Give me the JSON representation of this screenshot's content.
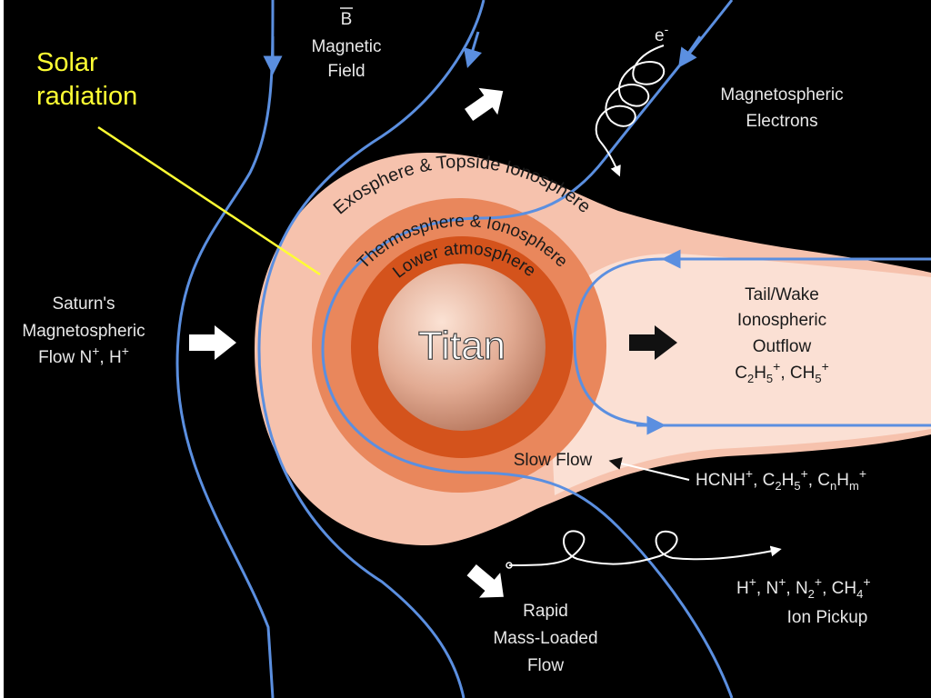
{
  "annotation": {
    "line1": "Solar",
    "line2": "radiation"
  },
  "field": {
    "symbol": "B",
    "line1": "Magnetic",
    "line2": "Field"
  },
  "electron": {
    "symbol": "e",
    "sign": "-"
  },
  "magnetospheric_electrons": {
    "line1": "Magnetospheric",
    "line2": "Electrons"
  },
  "layers": {
    "exosphere": "Exosphere & Topside Ionosphere",
    "thermosphere": "Thermosphere & Ionosphere",
    "lower": "Lower atmosphere"
  },
  "body_name": "Titan",
  "saturn_flow": {
    "line1": "Saturn's",
    "line2": "Magnetospheric",
    "line3_flow": "Flow N",
    "line3_sep": ", H",
    "plus": "+"
  },
  "tail": {
    "line1": "Tail/Wake",
    "line2": "Ionospheric",
    "line3": "Outflow",
    "c": "C",
    "h": "H",
    "sub2": "2",
    "sub5": "5",
    "plus": "+",
    "sep": ", CH"
  },
  "slow_flow": "Slow Flow",
  "hcnh": {
    "text": "HCNH",
    "plus": "+",
    "sep1": ", C",
    "h": "H",
    "sub2": "2",
    "sub5": "5",
    "sep2": ", C",
    "sub_n": "n",
    "sub_m": "m"
  },
  "ion_pickup": {
    "h": "H",
    "n": ", N",
    "n2": ", N",
    "ch": ", CH",
    "plus": "+",
    "sub2": "2",
    "sub4": "4",
    "label": "Ion Pickup"
  },
  "rapid_flow": {
    "line1": "Rapid",
    "line2": "Mass-Loaded",
    "line3": "Flow"
  },
  "colors": {
    "background": "#000000",
    "field_line": "#5b8fe0",
    "exosphere": "#f6c2ad",
    "tail": "#fbe0d4",
    "thermosphere": "#e9875c",
    "lower_atmosphere": "#d4531c",
    "annotation": "#ffff33"
  }
}
